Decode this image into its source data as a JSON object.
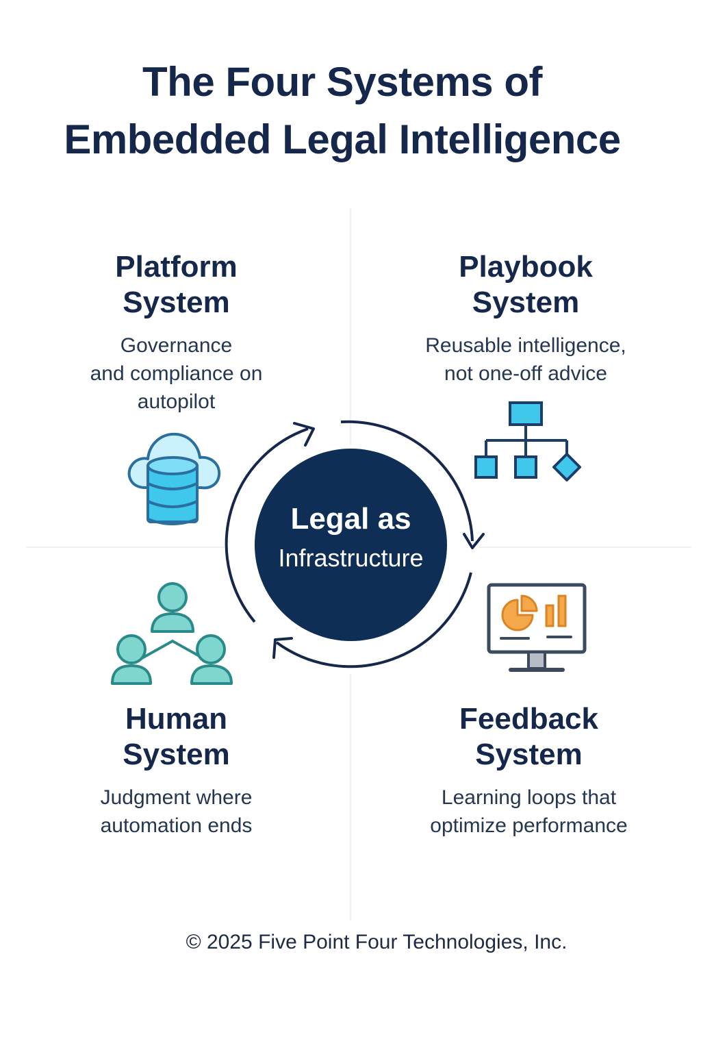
{
  "title": {
    "line1": "The Four Systems of",
    "line2": "Embedded Legal Intelligence"
  },
  "center": {
    "line1": "Legal as",
    "line2": "Infrastructure"
  },
  "systems": {
    "platform": {
      "heading_line1": "Platform",
      "heading_line2": "System",
      "desc_line1": "Governance",
      "desc_line2": "and compliance on",
      "desc_line3": "autopilot",
      "icon": "cloud-database-icon"
    },
    "playbook": {
      "heading_line1": "Playbook",
      "heading_line2": "System",
      "desc_line1": "Reusable intelligence,",
      "desc_line2": "not one-off advice",
      "icon": "flowchart-icon"
    },
    "human": {
      "heading_line1": "Human",
      "heading_line2": "System",
      "desc_line1": "Judgment where",
      "desc_line2": "automation ends",
      "icon": "people-network-icon"
    },
    "feedback": {
      "heading_line1": "Feedback",
      "heading_line2": "System",
      "desc_line1": "Learning loops that",
      "desc_line2": "optimize performance",
      "icon": "monitor-chart-icon"
    }
  },
  "footer": "© 2025  Five Point Four Technologies, Inc.",
  "colors": {
    "navy": "#15284b",
    "circle": "#0e2e55",
    "cyan": "#3fc8ec",
    "teal": "#7fd6cf",
    "orange": "#f5a84a",
    "divider": "#eef0f4"
  }
}
